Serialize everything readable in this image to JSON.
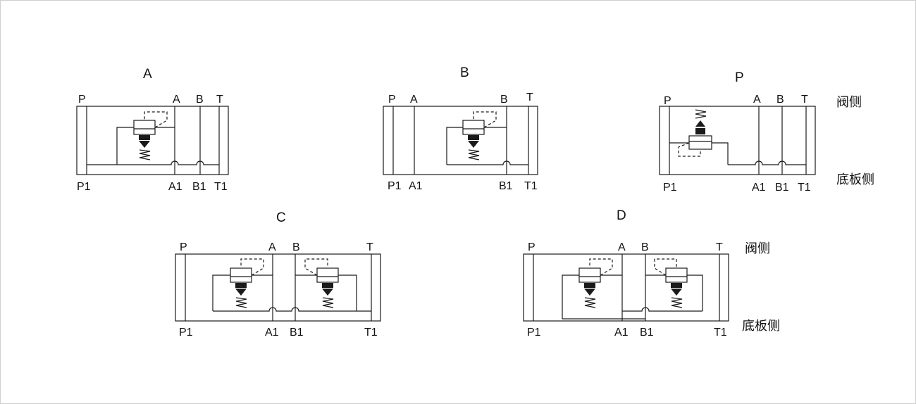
{
  "diagrams": [
    {
      "id": "a",
      "title": "A",
      "top_ports": [
        "P",
        "A",
        "B",
        "T"
      ],
      "bottom_ports": [
        "P1",
        "A1",
        "B1",
        "T1"
      ]
    },
    {
      "id": "b",
      "title": "B",
      "top_ports": [
        "P",
        "A",
        "B",
        "T"
      ],
      "bottom_ports": [
        "P1",
        "A1",
        "B1",
        "T1"
      ]
    },
    {
      "id": "p",
      "title": "P",
      "top_ports": [
        "P",
        "A",
        "B",
        "T"
      ],
      "bottom_ports": [
        "P1",
        "A1",
        "B1",
        "T1"
      ]
    },
    {
      "id": "c",
      "title": "C",
      "top_ports": [
        "P",
        "A",
        "B",
        "T"
      ],
      "bottom_ports": [
        "P1",
        "A1",
        "B1",
        "T1"
      ]
    },
    {
      "id": "d",
      "title": "D",
      "top_ports": [
        "P",
        "A",
        "B",
        "T"
      ],
      "bottom_ports": [
        "P1",
        "A1",
        "B1",
        "T1"
      ]
    }
  ],
  "labels": {
    "valve_side": "阀侧",
    "base_side": "底板侧"
  }
}
